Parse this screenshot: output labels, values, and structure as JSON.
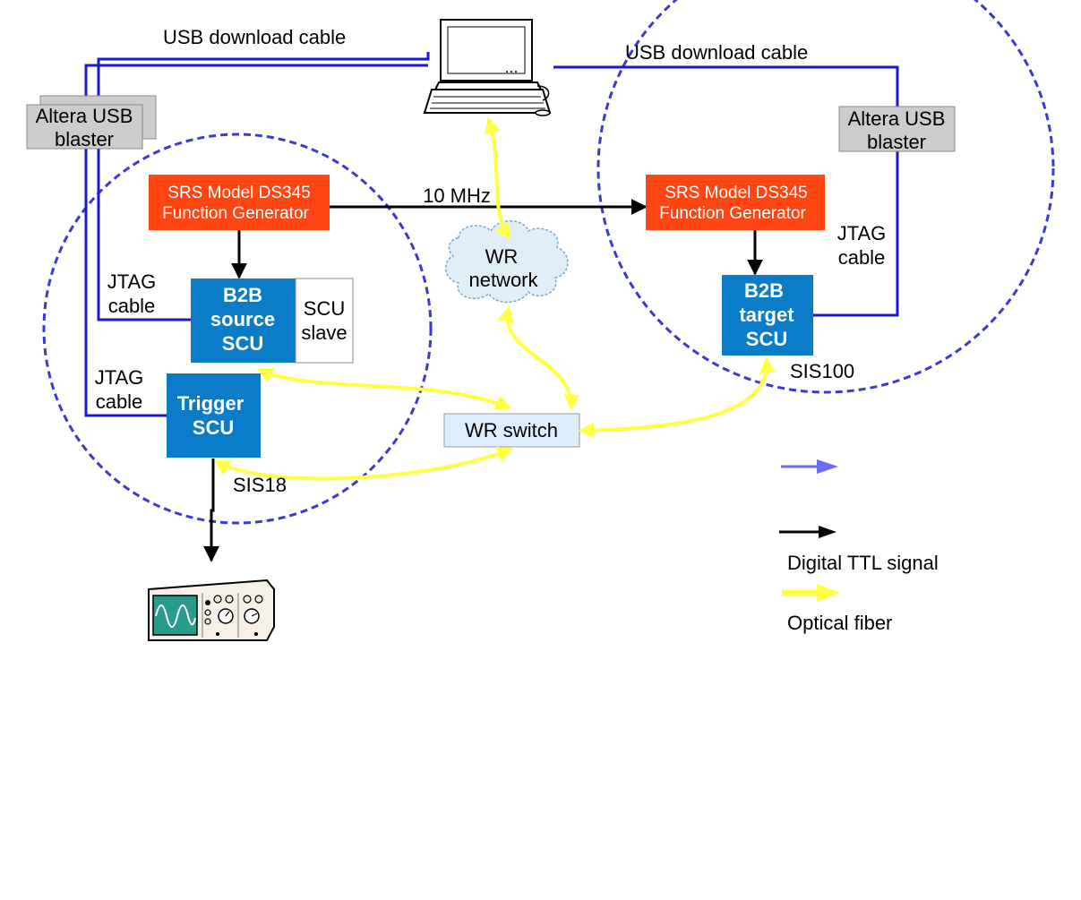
{
  "labels": {
    "usb_cable_left": "USB download cable",
    "usb_cable_right": "USB download cable",
    "ten_mhz": "10 MHz",
    "jtag_left_1": [
      "JTAG",
      "cable"
    ],
    "jtag_left_2": [
      "JTAG",
      "cable"
    ],
    "jtag_right": [
      "JTAG",
      "cable"
    ],
    "sis18": "SIS18",
    "sis100": "SIS100"
  },
  "boxes": {
    "usb_blaster_left": [
      "Altera USB",
      "blaster"
    ],
    "usb_blaster_right": [
      "Altera USB",
      "blaster"
    ],
    "func_gen_left": [
      "SRS Model DS345",
      "Function Generator"
    ],
    "func_gen_right": [
      "SRS Model DS345",
      "Function Generator"
    ],
    "b2b_source": [
      "B2B",
      "source",
      "SCU"
    ],
    "scu_slave": [
      "SCU",
      "slave"
    ],
    "trigger_scu": [
      "Trigger",
      "SCU"
    ],
    "b2b_target": [
      "B2B",
      "target",
      "SCU"
    ],
    "wr_network": [
      "WR",
      "network"
    ],
    "wr_switch": "WR switch"
  },
  "legend": {
    "blue_label": "",
    "black_label": "Digital TTL signal",
    "yellow_label": "Optical fiber"
  },
  "colors": {
    "usb_blue": "#1a1acc",
    "dash_blue": "#3a3acc",
    "legend_blue": "#6b6bf5",
    "fiber_yellow": "#ffff44",
    "func_gen_orange": "#ff4512",
    "scu_blue": "#0a7cc8",
    "blaster_gray": "#cccccc",
    "switch_bg": "#ddeeff",
    "cloud_bg": "#e0eef8"
  }
}
